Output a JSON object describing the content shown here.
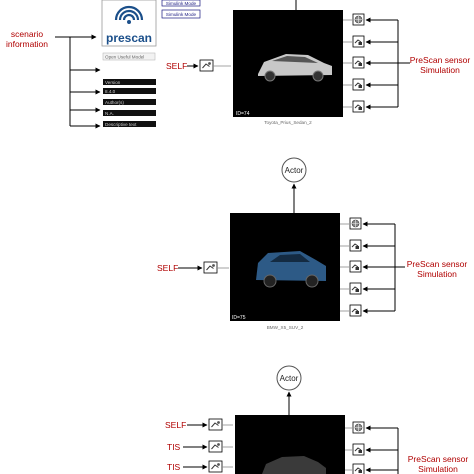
{
  "section1": {
    "scenario_line1": "scenario",
    "scenario_line2": "information",
    "logo_text": "prescan",
    "btn_top": "Simulink Mode",
    "btn_mode": "Simulink Mode",
    "open_model": "Open Useful Model",
    "info_bars": [
      "Version",
      "8.4.0",
      "Author(s)",
      "N.A.",
      "Descriptive text"
    ],
    "self_label": "SELF",
    "id_text": "ID=74",
    "caption": "Toyota_Prius_Sedan_2",
    "sensor_line1": "PreScan sensor",
    "sensor_line2": "Simulation"
  },
  "section2": {
    "actor_label": "Actor",
    "self_label": "SELF",
    "id_text": "ID=75",
    "caption": "BMW_X5_SUV_2",
    "sensor_line1": "PreScan sensor",
    "sensor_line2": "Simulation"
  },
  "section3": {
    "actor_label": "Actor",
    "input_labels": [
      "SELF",
      "TIS",
      "TIS"
    ],
    "sensor_line1": "PreScan sensor",
    "sensor_line2": "Simulation"
  },
  "colors": {
    "label_red": "#b00000",
    "block_black": "#000000",
    "car_silver": "#c8c8c8",
    "car_blue": "#2d5a86",
    "logo_blue": "#1b4f8a"
  }
}
